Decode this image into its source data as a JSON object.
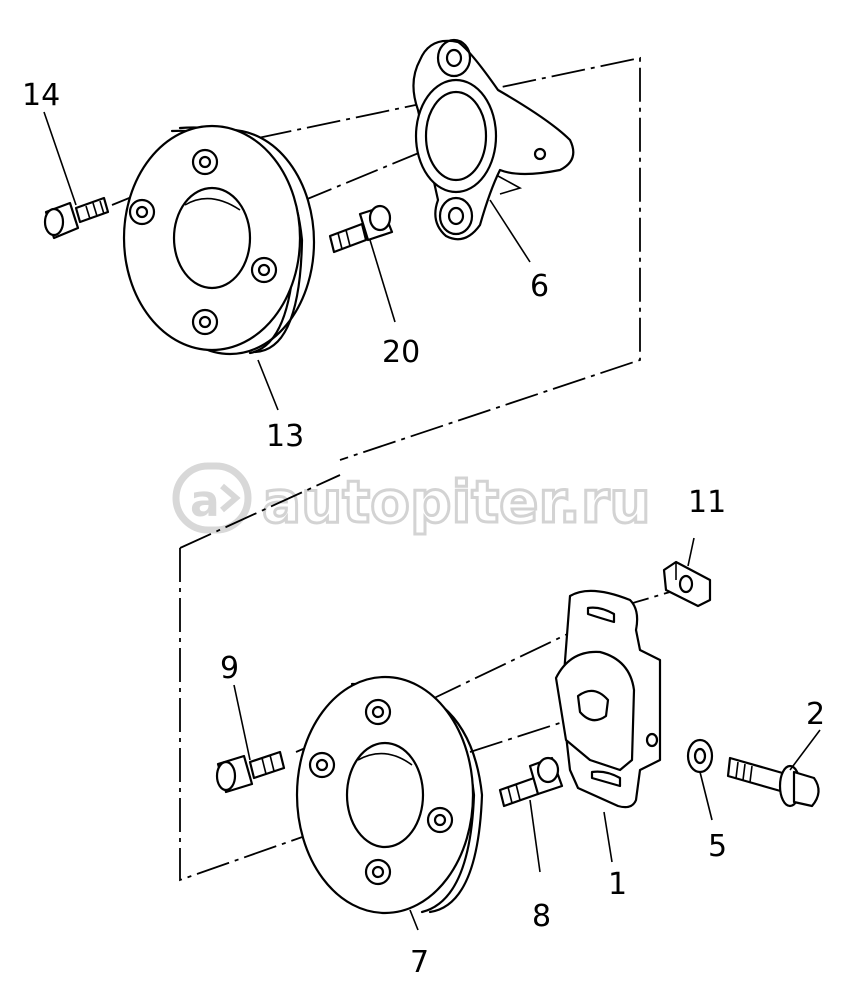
{
  "watermark": {
    "text": "autopiter.ru",
    "icon": "autopiter-logo-icon",
    "color": "#d9d9d9"
  },
  "parts": {
    "p14": "14",
    "p13": "13",
    "p20": "20",
    "p6": "6",
    "p11": "11",
    "p9": "9",
    "p2": "2",
    "p5": "5",
    "p1": "1",
    "p8": "8",
    "p7": "7"
  }
}
